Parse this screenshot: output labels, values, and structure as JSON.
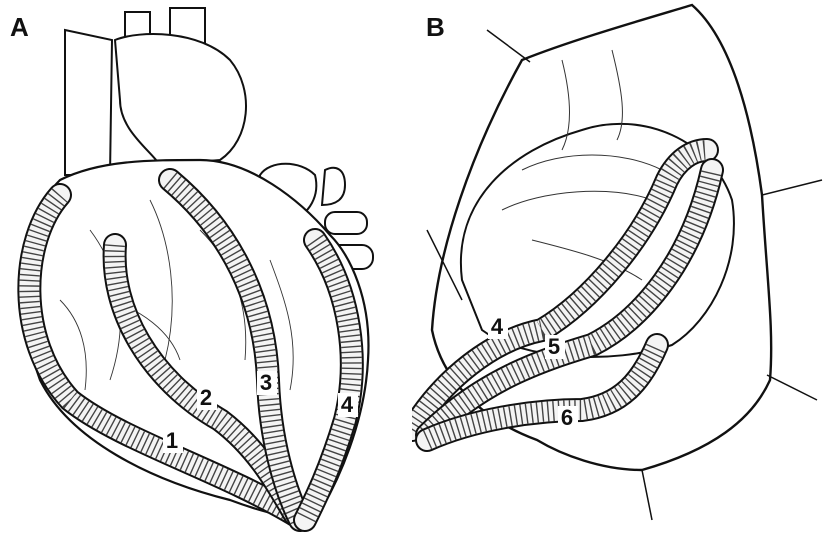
{
  "panels": {
    "a": {
      "letter": "A"
    },
    "b": {
      "letter": "B"
    }
  },
  "graft_labels_a": [
    "1",
    "2",
    "3",
    "4"
  ],
  "graft_labels_b": [
    "4",
    "5",
    "6"
  ],
  "colors": {
    "ink": "#111111",
    "paper": "#ffffff",
    "tube": "#f4f4f4"
  }
}
